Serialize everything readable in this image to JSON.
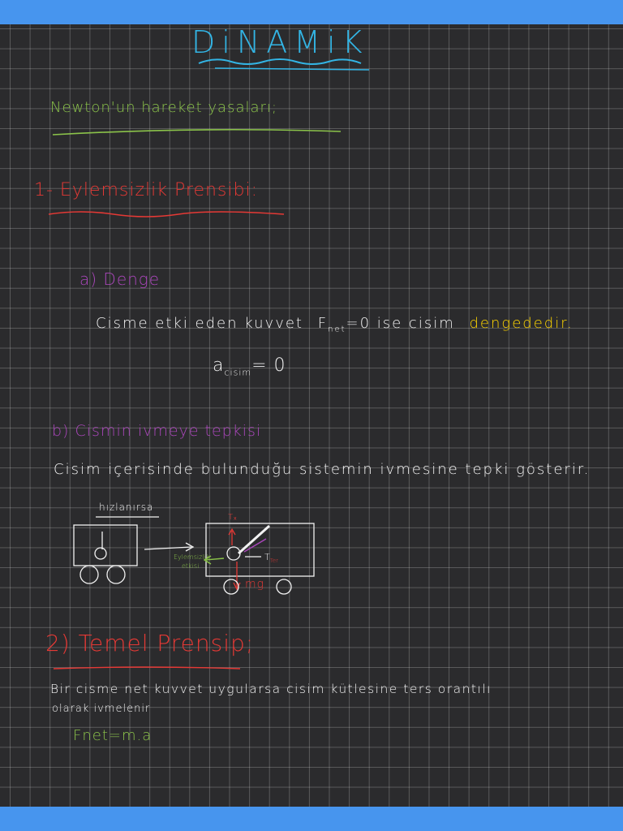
{
  "colors": {
    "title": "#33b5e5",
    "green": "#8bc34a",
    "red": "#e53935",
    "purple": "#ab47bc",
    "white": "#f2f2f2",
    "yellow": "#ffd600",
    "grid_bg": "#2b2b2d",
    "bar": "#4795ee"
  },
  "title": "DiNAMiK",
  "subtitle": "Newton'un hareket yasaları;",
  "section1": {
    "heading": "1- Eylemsizlik Prensibi:",
    "a_heading": "a) Denge",
    "a_text": "Cisme etki eden kuvvet",
    "a_fnet": "F",
    "a_fnet_sub": "net",
    "a_text2": "=0 ise cisim",
    "a_highlight": "dengededir.",
    "a_formula": "a",
    "a_formula_sub": "cisim",
    "a_formula_rest": "= 0",
    "b_heading": "b) Cismin ivmeye tepkisi",
    "b_text": "Cisim içerisinde bulunduğu sistemin ivmesine tepki gösterir."
  },
  "diagram": {
    "left_label": "hızlanırsa",
    "t_top": "Tₓ",
    "fictive_label_1": "Eylemsizlik",
    "fictive_label_2": "etkisi",
    "t_side": "T",
    "t_side_sub": "Ter",
    "weight": "mg"
  },
  "section2": {
    "heading": "2) Temel Prensip;",
    "text1": "Bir cisme net kuvvet uygularsa cisim kütlesine ters orantılı",
    "text2": "olarak ivmelenir",
    "formula": "Fnet=m.a"
  }
}
